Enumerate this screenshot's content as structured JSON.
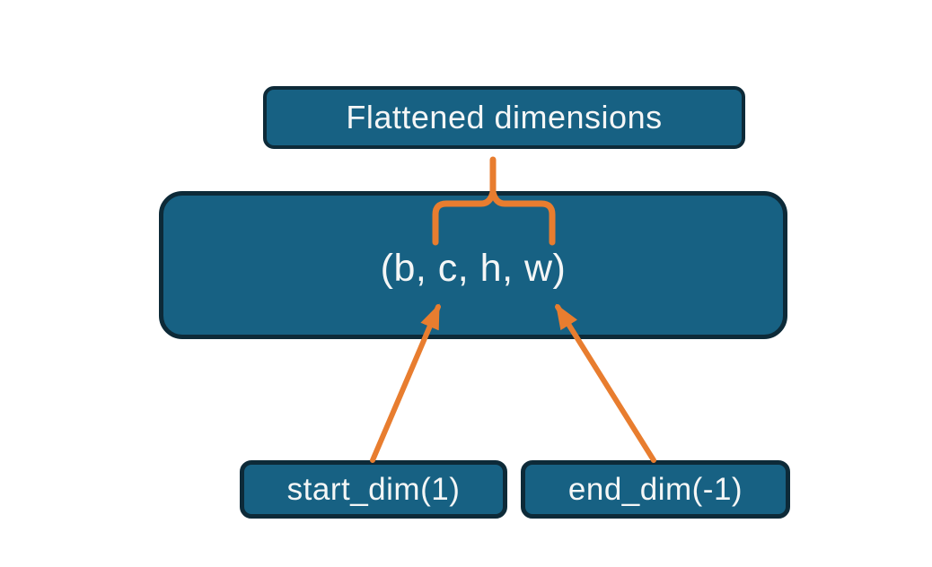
{
  "diagram": {
    "title_node": {
      "label": "Flattened dimensions"
    },
    "tensor_node": {
      "label": "(b, c, h, w)"
    },
    "start_dim_node": {
      "label": "start_dim(1)"
    },
    "end_dim_node": {
      "label": "end_dim(-1)"
    }
  },
  "connectors": {
    "brace": "brace-from-title-spanning-c-h",
    "arrows": [
      "start_dim-to-c",
      "end_dim-to-w"
    ]
  },
  "colors": {
    "background": "#ffffff",
    "box_fill": "#176183",
    "box_border": "#0d2a38",
    "accent_orange": "#e87d2f",
    "text": "#f4f6f6"
  }
}
